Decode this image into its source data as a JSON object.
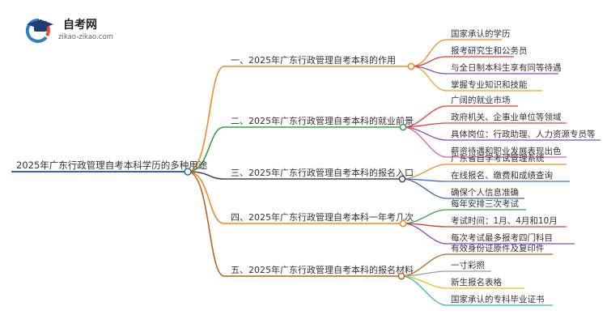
{
  "logo": {
    "title": "自考网",
    "subtitle": "zikao-zikao.com",
    "icon": "graduation-cap-icon",
    "colors": {
      "ring_blue": "#2f7fc1",
      "ring_red": "#e8473c",
      "cap": "#1f3f73"
    }
  },
  "root": {
    "label": "2025年广东行政管理自考本科学历的多种用途",
    "color": "#2e6da4"
  },
  "branches": [
    {
      "label": "一、2025年广东行政管理自考本科的作用",
      "color": "#f08a24",
      "leaves": [
        {
          "label": "国家承认的学历",
          "color": "#f08a24"
        },
        {
          "label": "报考研究生和公务员",
          "color": "#e23b35"
        },
        {
          "label": "与全日制本科生享有同等待遇",
          "color": "#7b4fc1"
        },
        {
          "label": "掌握专业知识和技能",
          "color": "#f0a020"
        }
      ]
    },
    {
      "label": "二、2025年广东行政管理自考本科的就业前景",
      "color": "#3aa040",
      "leaves": [
        {
          "label": "广阔的就业市场",
          "color": "#e23b35"
        },
        {
          "label": "政府机关、企事业单位等领域",
          "color": "#e23b35"
        },
        {
          "label": "具体岗位：行政助理、人力资源专员等",
          "color": "#7b4fc1"
        },
        {
          "label": "薪资待遇和职业发展表现出色",
          "color": "#e05aa8"
        }
      ]
    },
    {
      "label": "三、2025年广东行政管理自考本科的报名入口",
      "color": "#4a4a4a",
      "leaves": [
        {
          "label": "广东省自学考试管理系统",
          "color": "#f08a24"
        },
        {
          "label": "在线报名、缴费和成绩查询",
          "color": "#3a6fd8"
        },
        {
          "label": "确保个人信息准确",
          "color": "#2e6da4"
        }
      ]
    },
    {
      "label": "四、2025年广东行政管理自考本科一年考几次",
      "color": "#f08a24",
      "leaves": [
        {
          "label": "每年安排三次考试",
          "color": "#3aa040"
        },
        {
          "label": "考试时间：1月、4月和10月",
          "color": "#e23b35"
        },
        {
          "label": "每次考试最多报考四门科目",
          "color": "#7b4fc1"
        }
      ]
    },
    {
      "label": "五、2025年广东行政管理自考本科的报名材料",
      "color": "#b5651d",
      "leaves": [
        {
          "label": "有效身份证原件及复印件",
          "color": "#b5651d"
        },
        {
          "label": "一寸彩照",
          "color": "#9e9e9e"
        },
        {
          "label": "新生报名表格",
          "color": "#e8c020"
        },
        {
          "label": "国家承认的专科毕业证书",
          "color": "#34b3c8"
        }
      ]
    }
  ]
}
